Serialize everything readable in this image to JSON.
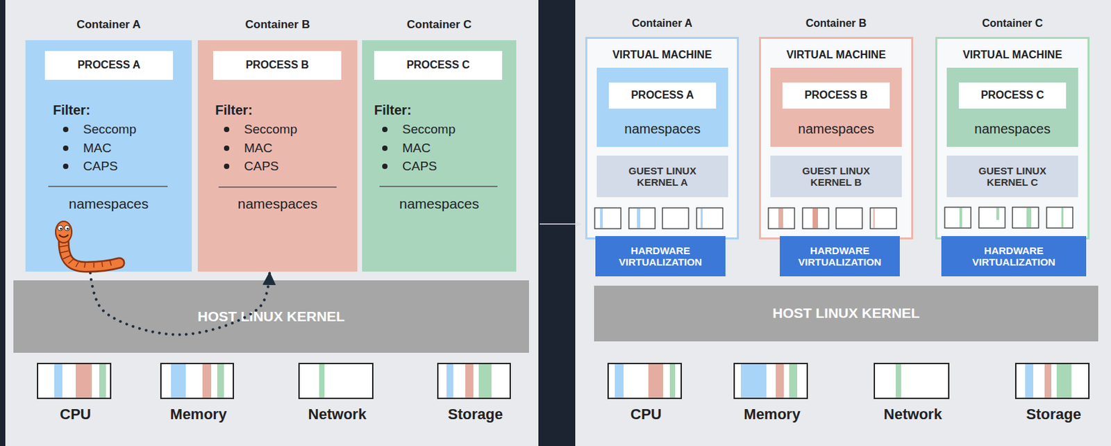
{
  "diagram": {
    "nodes": [
      {
        "text": [
          "Container A",
          "Filter:",
          "Seccomp",
          "MAC",
          "CAPS",
          "namespaces"
        ]
      },
      {
        "text": [
          "PROCESS A"
        ],
        "in": 0
      },
      {
        "text": [
          "Container B",
          "Filter:",
          "Seccomp",
          "MAC",
          "CAPS",
          "namespaces"
        ]
      },
      {
        "text": [
          "PROCESS B"
        ],
        "in": 2
      },
      {
        "text": [
          "Container C",
          "Filter:",
          "Seccomp",
          "MAC",
          "CAPS",
          "namespaces"
        ]
      },
      {
        "text": [
          "PROCESS C"
        ],
        "in": 4
      },
      {
        "text": [
          "HOST LINUX KERNEL"
        ]
      },
      {
        "text": [
          "CPU"
        ]
      },
      {
        "text": [
          "Memory"
        ]
      },
      {
        "text": [
          "Network"
        ]
      },
      {
        "text": [
          "Storage"
        ]
      },
      {
        "text": [
          "Container A",
          "VIRTUAL MACHINE"
        ]
      },
      {
        "text": [
          "namespaces"
        ],
        "in": 11
      },
      {
        "text": [
          "PROCESS A"
        ],
        "in": 12
      },
      {
        "text": [
          "GUEST LINUX KERNEL A"
        ],
        "in": 11
      },
      {
        "text": [
          "HARDWARE VIRTUALIZATION"
        ]
      },
      {
        "text": [
          "Container B",
          "VIRTUAL MACHINE"
        ]
      },
      {
        "text": [
          "namespaces"
        ],
        "in": 16
      },
      {
        "text": [
          "PROCESS B"
        ],
        "in": 17
      },
      {
        "text": [
          "GUEST LINUX KERNEL B"
        ],
        "in": 16
      },
      {
        "text": [
          "HARDWARE VIRTUALIZATION"
        ]
      },
      {
        "text": [
          "Container C",
          "VIRTUAL MACHINE"
        ]
      },
      {
        "text": [
          "namespaces"
        ],
        "in": 21
      },
      {
        "text": [
          "PROCESS C"
        ],
        "in": 22
      },
      {
        "text": [
          "GUEST LINUX KERNEL C"
        ],
        "in": 21
      },
      {
        "text": [
          "HARDWARE VIRTUALIZATION"
        ]
      },
      {
        "text": [
          "HOST LINUX KERNEL"
        ]
      },
      {
        "text": [
          "CPU"
        ]
      },
      {
        "text": [
          "Memory"
        ]
      },
      {
        "text": [
          "Network"
        ]
      },
      {
        "text": [
          "Storage"
        ]
      }
    ],
    "edges": [
      {
        "from": 0,
        "to": 2,
        "arrow": "to"
      }
    ]
  }
}
